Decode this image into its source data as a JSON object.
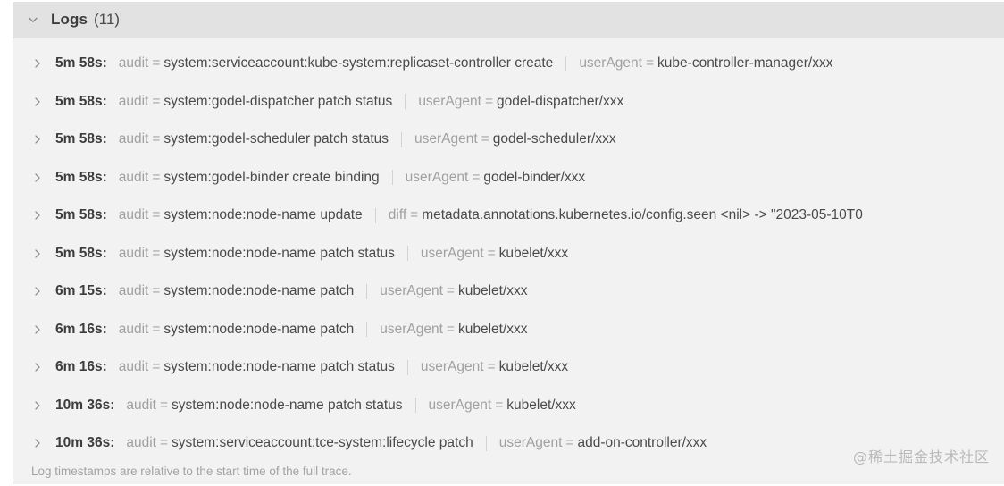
{
  "panel": {
    "header": {
      "icon": "chevron-down-icon",
      "title": "Logs",
      "count": "(11)"
    },
    "row_expand_icon": "chevron-right-icon",
    "rows": [
      {
        "time": "5m 58s:",
        "fields": [
          {
            "key": "audit",
            "eq": "=",
            "value": "system:serviceaccount:kube-system:replicaset-controller create"
          },
          {
            "key": "userAgent",
            "eq": "=",
            "value": "kube-controller-manager/xxx"
          }
        ]
      },
      {
        "time": "5m 58s:",
        "fields": [
          {
            "key": "audit",
            "eq": "=",
            "value": "system:godel-dispatcher patch status"
          },
          {
            "key": "userAgent",
            "eq": "=",
            "value": "godel-dispatcher/xxx"
          }
        ]
      },
      {
        "time": "5m 58s:",
        "fields": [
          {
            "key": "audit",
            "eq": "=",
            "value": "system:godel-scheduler patch status"
          },
          {
            "key": "userAgent",
            "eq": "=",
            "value": "godel-scheduler/xxx"
          }
        ]
      },
      {
        "time": "5m 58s:",
        "fields": [
          {
            "key": "audit",
            "eq": "=",
            "value": "system:godel-binder create binding"
          },
          {
            "key": "userAgent",
            "eq": "=",
            "value": "godel-binder/xxx"
          }
        ]
      },
      {
        "time": "5m 58s:",
        "fields": [
          {
            "key": "audit",
            "eq": "=",
            "value": "system:node:node-name update"
          },
          {
            "key": "diff",
            "eq": "=",
            "value": "metadata.annotations.kubernetes.io/config.seen <nil> -> \"2023-05-10T0"
          }
        ]
      },
      {
        "time": "5m 58s:",
        "fields": [
          {
            "key": "audit",
            "eq": "=",
            "value": "system:node:node-name patch status"
          },
          {
            "key": "userAgent",
            "eq": "=",
            "value": "kubelet/xxx"
          }
        ]
      },
      {
        "time": "6m 15s:",
        "fields": [
          {
            "key": "audit",
            "eq": "=",
            "value": "system:node:node-name patch"
          },
          {
            "key": "userAgent",
            "eq": "=",
            "value": "kubelet/xxx"
          }
        ]
      },
      {
        "time": "6m 16s:",
        "fields": [
          {
            "key": "audit",
            "eq": "=",
            "value": "system:node:node-name patch"
          },
          {
            "key": "userAgent",
            "eq": "=",
            "value": "kubelet/xxx"
          }
        ]
      },
      {
        "time": "6m 16s:",
        "fields": [
          {
            "key": "audit",
            "eq": "=",
            "value": "system:node:node-name patch status"
          },
          {
            "key": "userAgent",
            "eq": "=",
            "value": "kubelet/xxx"
          }
        ]
      },
      {
        "time": "10m 36s:",
        "fields": [
          {
            "key": "audit",
            "eq": "=",
            "value": "system:node:node-name patch status"
          },
          {
            "key": "userAgent",
            "eq": "=",
            "value": "kubelet/xxx"
          }
        ]
      },
      {
        "time": "10m 36s:",
        "fields": [
          {
            "key": "audit",
            "eq": "=",
            "value": "system:serviceaccount:tce-system:lifecycle patch"
          },
          {
            "key": "userAgent",
            "eq": "=",
            "value": "add-on-controller/xxx"
          }
        ]
      }
    ],
    "footer": "Log timestamps are relative to the start time of the full trace."
  },
  "watermark": "@稀土掘金技术社区",
  "colors": {
    "header_bg": "#e2e2e2",
    "panel_bg": "#f2f2f2",
    "key_text": "#a0a0a0",
    "value_text": "#4a4a4a",
    "time_text": "#3d3d3d",
    "footer_text": "#a3a3a3",
    "separator": "#d2d2d2"
  }
}
